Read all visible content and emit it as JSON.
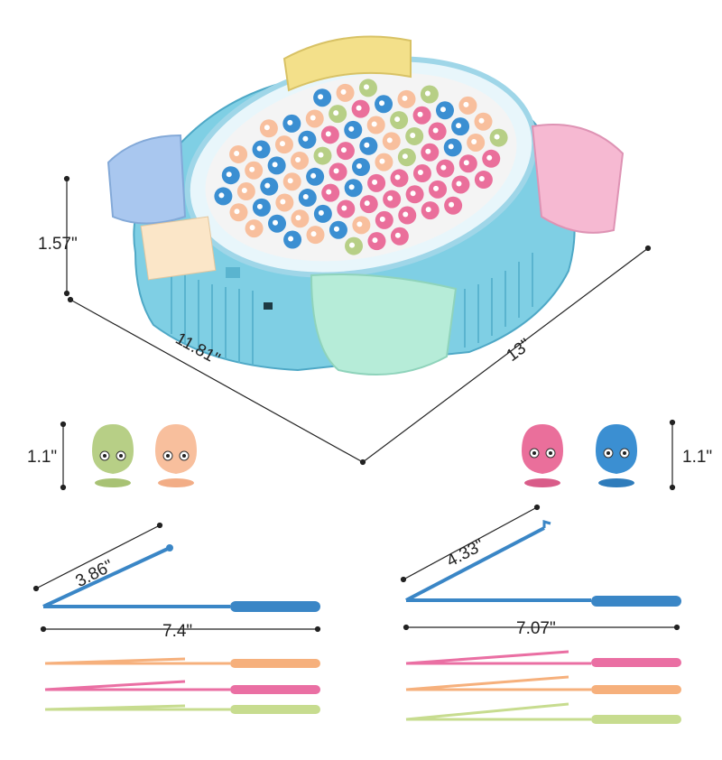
{
  "dimensions": {
    "height": "1.57\"",
    "width": "11.81\"",
    "depth": "13\"",
    "fish_left": "1.1\"",
    "fish_right": "1.1\"",
    "rod_left_tip": "3.86\"",
    "rod_left_total": "7.4\"",
    "rod_right_tip": "4.33\"",
    "rod_right_total": "7.07\""
  },
  "colors": {
    "base": "#7fcfe4",
    "base_dark": "#5ab4cf",
    "pond": "#f4f4f4",
    "blue_cup": "#a9c7ef",
    "pink_cup": "#f6b9d2",
    "green_cup": "#b6ecd8",
    "yellow_cup": "#f3e08a",
    "fish_green": "#b7cf86",
    "fish_peach": "#f8bf9d",
    "fish_pink": "#ea6f9b",
    "fish_blue": "#3b8fd2",
    "rod_blue": "#3a86c6",
    "rod_orange": "#f6b07c",
    "rod_pink": "#ea6fa3",
    "rod_green": "#c7dc8f"
  }
}
